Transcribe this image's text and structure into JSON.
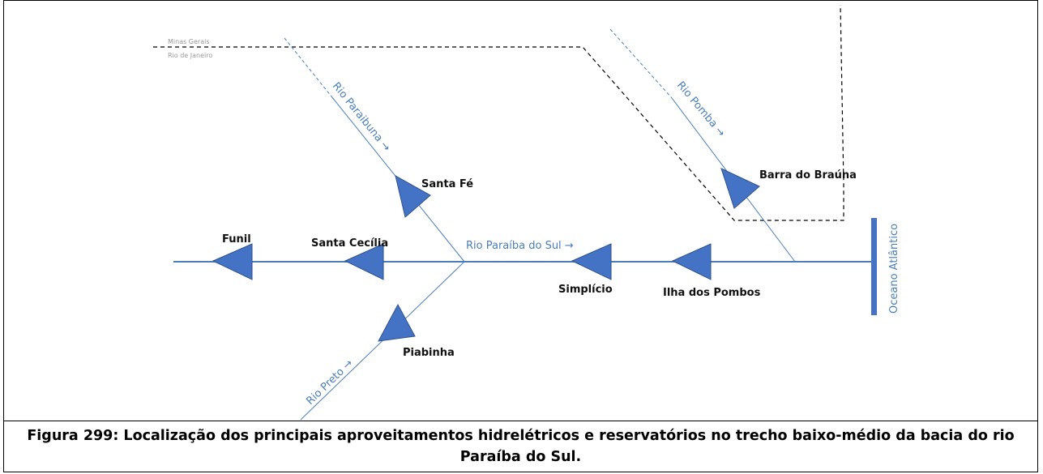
{
  "caption": "Figura 299: Localização dos principais aproveitamentos hidrelétricos e reservatórios no trecho baixo-médio da bacia do rio Paraíba do Sul.",
  "colors": {
    "river": "#4a7ebb",
    "dam_fill": "#4472c4",
    "dam_stroke": "#2f528f",
    "border_line": "#000000",
    "text": "#111111"
  },
  "border_labels": {
    "north": "Minas Gerais",
    "south": "Rio de Janeiro"
  },
  "rivers": {
    "main": "Rio Paraíba do Sul →",
    "paraibuna": "Rio Paraibuna →",
    "pomba": "Rio Pomba →",
    "preto": "Rio Preto →"
  },
  "ocean": "Oceano Atlântico",
  "plants": {
    "funil": "Funil",
    "santa_cecilia": "Santa Cecília",
    "santa_fe": "Santa Fé",
    "piabinha": "Piabinha",
    "simplicio": "Simplício",
    "ilha_dos_pombos": "Ilha dos Pombos",
    "barra_do_brauna": "Barra do Braúna"
  }
}
